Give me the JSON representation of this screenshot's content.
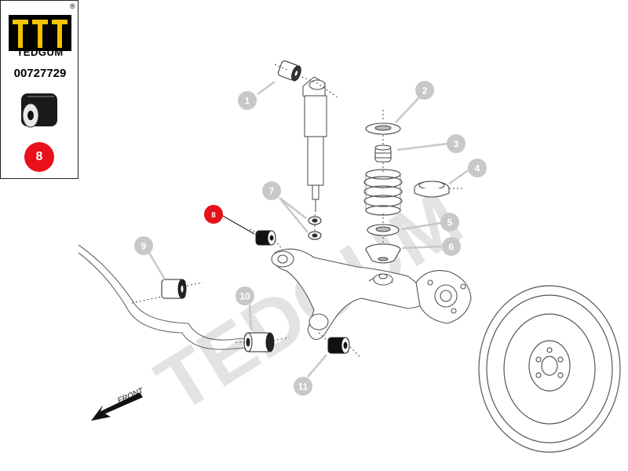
{
  "brand": {
    "name": "TEDGUM",
    "registered_mark": "®",
    "part_number": "00727729",
    "position_badge": "8",
    "watermark": "TEDGUM"
  },
  "callouts": [
    {
      "id": "callout-1",
      "label": "1",
      "highlighted": false
    },
    {
      "id": "callout-2",
      "label": "2",
      "highlighted": false
    },
    {
      "id": "callout-3",
      "label": "3",
      "highlighted": false
    },
    {
      "id": "callout-4",
      "label": "4",
      "highlighted": false
    },
    {
      "id": "callout-5",
      "label": "5",
      "highlighted": false
    },
    {
      "id": "callout-6",
      "label": "6",
      "highlighted": false
    },
    {
      "id": "callout-7",
      "label": "7",
      "highlighted": false
    },
    {
      "id": "callout-8",
      "label": "8",
      "highlighted": true
    },
    {
      "id": "callout-9",
      "label": "9",
      "highlighted": false
    },
    {
      "id": "callout-10",
      "label": "10",
      "highlighted": false
    },
    {
      "id": "callout-11",
      "label": "11",
      "highlighted": false
    }
  ],
  "direction_label": "FRONT",
  "colors": {
    "highlight": "#e8101a",
    "callout_fill": "#c8c8c8",
    "line": "#555555",
    "watermark": "#e3e3e3"
  }
}
